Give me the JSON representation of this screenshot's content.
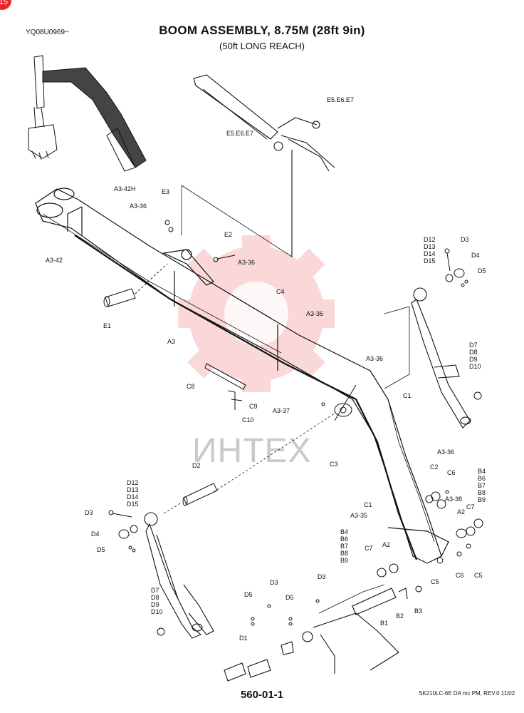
{
  "page": {
    "badge": "15",
    "doc_code": "YQ08U0969~",
    "title": "BOOM ASSEMBLY, 8.75M (28ft 9in)",
    "subtitle": "(50ft LONG REACH)",
    "page_number": "560-01-1",
    "revision": "SK210LC-6E DA mc PM, REV.0 11/02",
    "watermark": "ИНТЕХ"
  },
  "callouts": {
    "a3_42h": "A3-42H",
    "a3_42": "A3-42",
    "a3_36_a": "A3-36",
    "a3_36_b": "A3-36",
    "a3_36_c": "A3-36",
    "a3_36_d": "A3-36",
    "a3_36_e": "A3-36",
    "a3": "A3",
    "a3_37": "A3-37",
    "a3_38": "A3-38",
    "a3_35": "A3-35",
    "e3": "E3",
    "e2": "E2",
    "e1": "E1",
    "e567_a": "E5.E6.E7",
    "e567_b": "E5.E6.E7",
    "c4": "C4",
    "c8": "C8",
    "c9": "C9",
    "c10": "C10",
    "c1_a": "C1",
    "c1_b": "C1",
    "c3": "C3",
    "c2": "C2",
    "c6_a": "C6",
    "c6_b": "C6",
    "c7_a": "C7",
    "c7_b": "C7",
    "c5_a": "C5",
    "c5_b": "C5",
    "d2": "D2",
    "d3_a": "D3",
    "d3_b": "D3",
    "d3_c": "D3",
    "d3_d": "D3",
    "d4_a": "D4",
    "d4_b": "D4",
    "d5_a": "D5",
    "d5_b": "D5",
    "d5_c": "D5",
    "d5_d": "D5",
    "d1": "D1",
    "a2_a": "A2",
    "a2_b": "A2",
    "b1": "B1",
    "b2": "B2",
    "b3": "B3",
    "d12_block_a": [
      "D12",
      "D13",
      "D14",
      "D15"
    ],
    "d12_block_b": [
      "D12",
      "D13",
      "D14",
      "D15"
    ],
    "d7_block_a": [
      "D7",
      "D8",
      "D9",
      "D10"
    ],
    "d7_block_b": [
      "D7",
      "D8",
      "D9",
      "D10"
    ],
    "b4_block_a": [
      "B4",
      "B6",
      "B7",
      "B8",
      "B9"
    ],
    "b4_block_b": [
      "B4",
      "B6",
      "B7",
      "B8",
      "B9"
    ]
  }
}
